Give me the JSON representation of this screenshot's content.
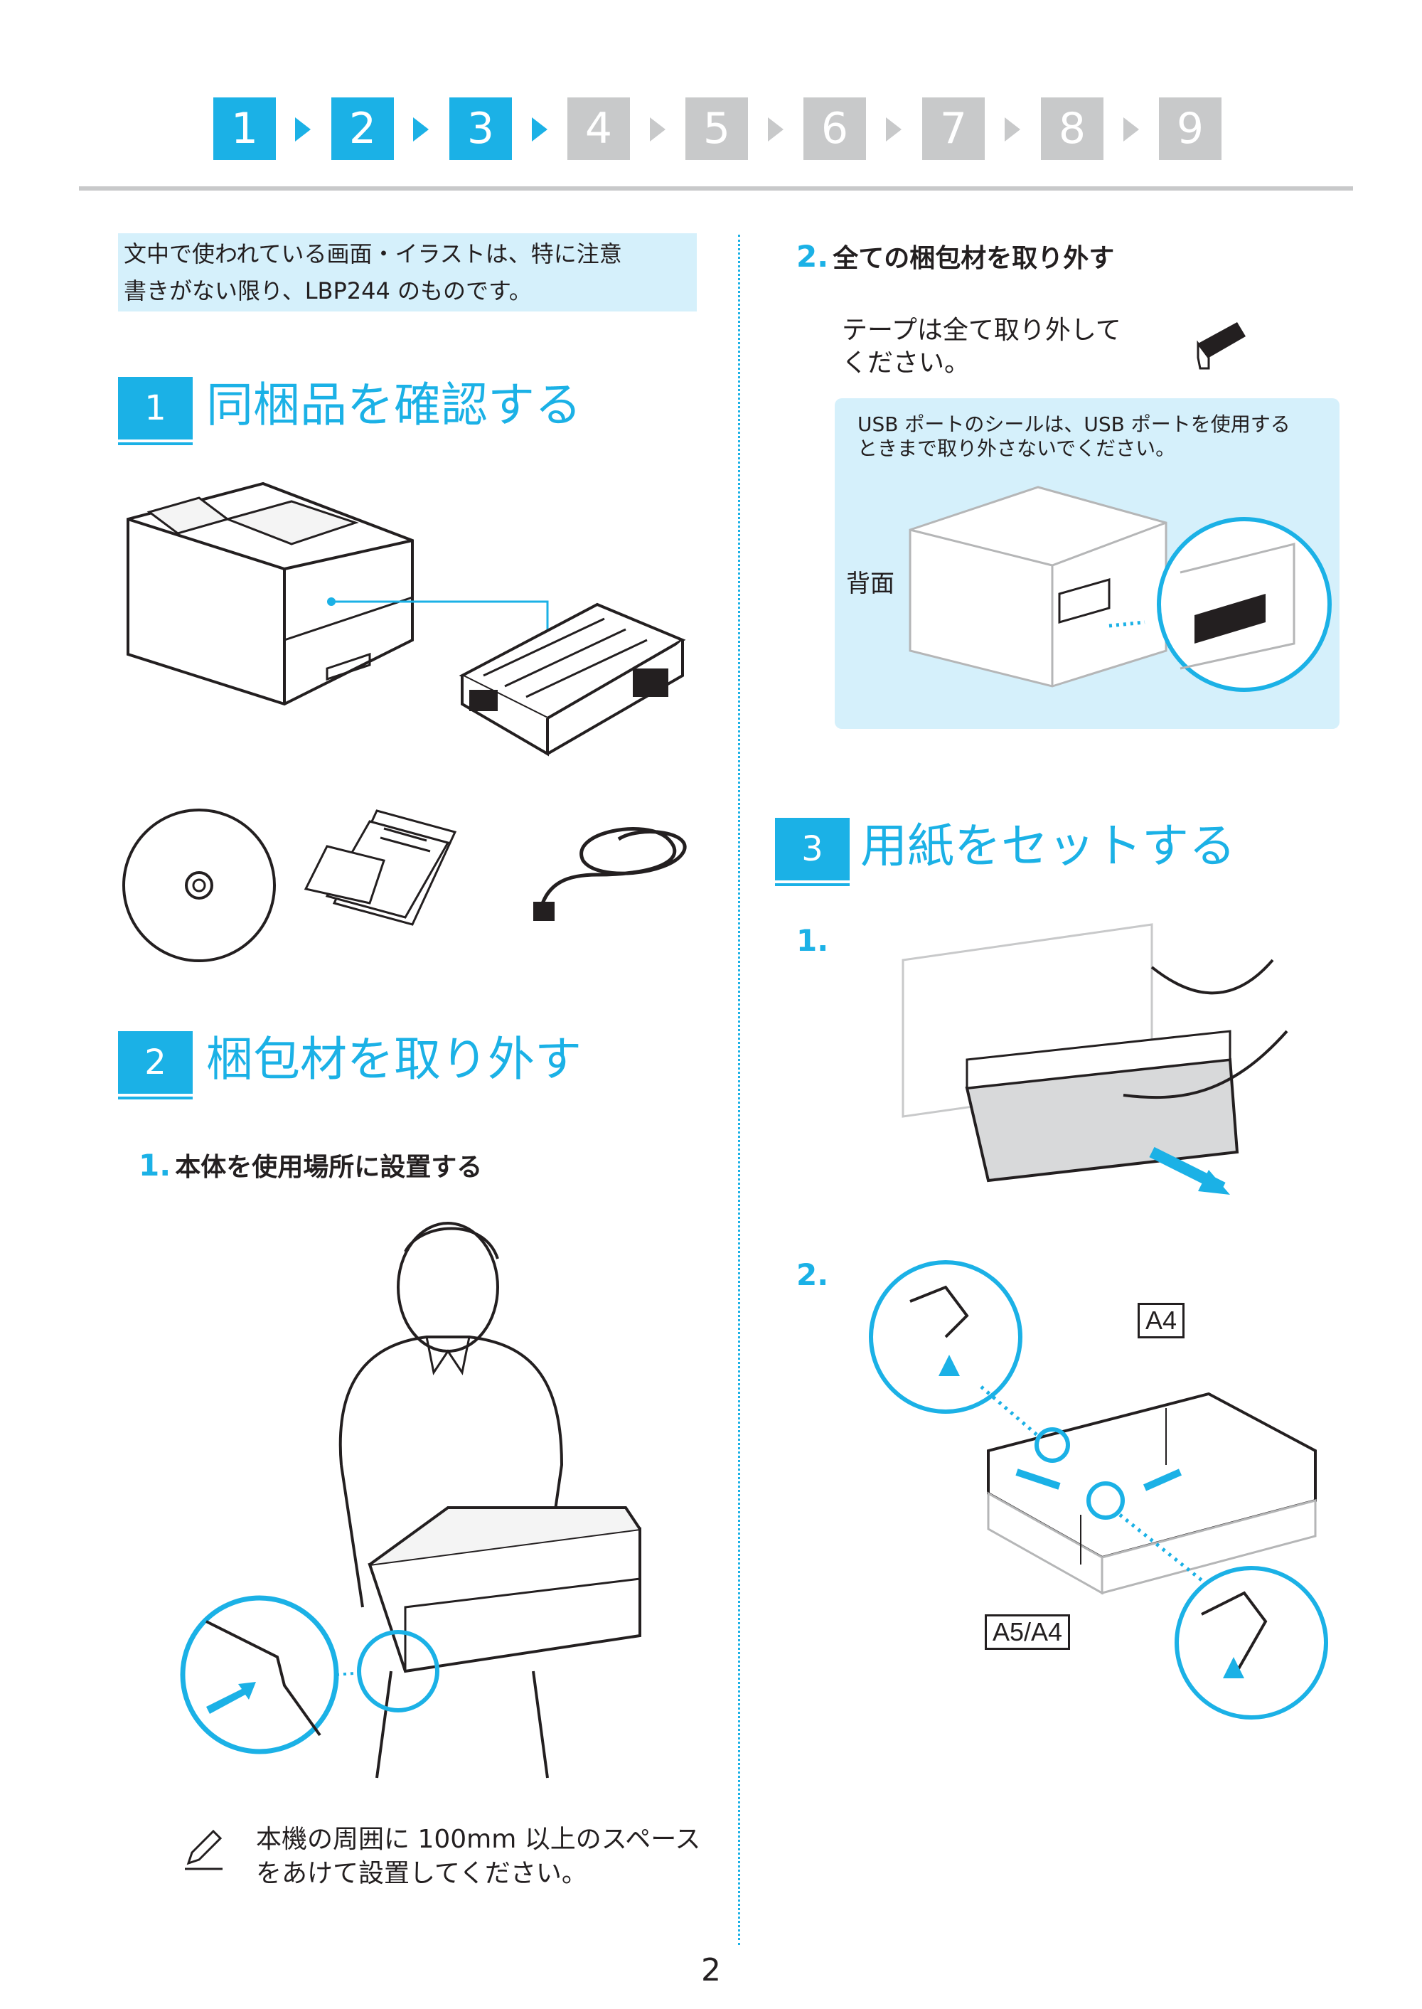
{
  "steps": {
    "items": [
      "1",
      "2",
      "3",
      "4",
      "5",
      "6",
      "7",
      "8",
      "9"
    ],
    "colors": {
      "active": "#1bb1e6",
      "inactive": "#c8c9ca"
    },
    "active_count": 3
  },
  "note": {
    "line1": "文中で使われている画面・イラストは、特に注意",
    "line2": "書きがない限り、LBP244 のものです。"
  },
  "section1": {
    "number": "1",
    "title": "同梱品を確認する"
  },
  "section2": {
    "number": "2",
    "title": "梱包材を取り外す",
    "step1_num": "1.",
    "step1_text": "本体を使用場所に設置する",
    "hint_line1": "本機の周囲に 100mm 以上のスペース",
    "hint_line2": "をあけて設置してください。"
  },
  "right_top": {
    "step2_num": "2.",
    "step2_text": "全ての梱包材を取り外す",
    "tape_line1": "テープは全て取り外して",
    "tape_line2": "ください。",
    "usb_line1": "USB ポートのシールは、USB ポートを使用する",
    "usb_line2": "ときまで取り外さないでください。",
    "back_label": "背面"
  },
  "section3": {
    "number": "3",
    "title": "用紙をセットする",
    "step1_num": "1.",
    "step2_num": "2.",
    "label_a4": "A4",
    "label_a5a4": "A5/A4"
  },
  "page_number": "2",
  "icons": [
    "cd-icon",
    "manual-icon",
    "power-cord-icon",
    "toner-icon",
    "printer-icon",
    "pencil-icon",
    "tape-icon"
  ]
}
